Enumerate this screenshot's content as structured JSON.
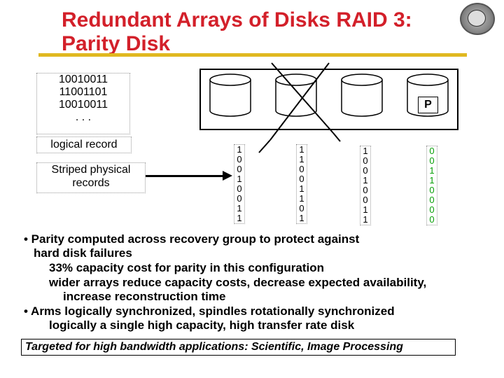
{
  "title": {
    "line1": "Redundant Arrays of Disks RAID 3:",
    "line2": "Parity Disk"
  },
  "logical_record": {
    "lines": [
      "10010011",
      "11001101",
      "10010011",
      ". . ."
    ],
    "label": "logical record"
  },
  "striped_label": {
    "line1": "Striped physical",
    "line2": "records"
  },
  "disks": {
    "parity_label": "P",
    "columns": [
      {
        "bits": [
          "1",
          "0",
          "0",
          "1",
          "0",
          "0",
          "1",
          "1"
        ],
        "is_parity": false
      },
      {
        "bits": [
          "1",
          "1",
          "0",
          "0",
          "1",
          "1",
          "0",
          "1"
        ],
        "is_parity": false
      },
      {
        "bits": [
          "1",
          "0",
          "0",
          "1",
          "0",
          "0",
          "1",
          "1"
        ],
        "is_parity": false
      },
      {
        "bits": [
          "0",
          "0",
          "1",
          "1",
          "0",
          "0",
          "0",
          "0"
        ],
        "is_parity": true
      }
    ]
  },
  "body": {
    "b1_line1": "• Parity computed across recovery group to protect against",
    "b1_line2": "hard disk failures",
    "sub1": "33% capacity cost for parity in this configuration",
    "sub2_line1": "wider arrays reduce capacity costs, decrease expected availability,",
    "sub2_line2": "increase reconstruction time",
    "b2_line1": "• Arms logically synchronized, spindles rotationally synchronized",
    "b2_line2": "logically a single high capacity, high transfer rate disk"
  },
  "footer": "Targeted for high bandwidth applications: Scientific, Image Processing",
  "colors": {
    "title": "#d3202a",
    "rule": "#e0b820",
    "parity_bits": "#0aa00a"
  }
}
